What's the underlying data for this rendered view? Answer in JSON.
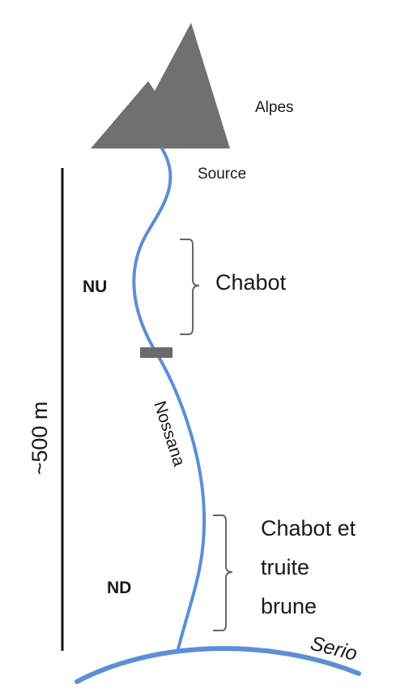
{
  "labels": {
    "mountain": "Alpes",
    "source": "Source",
    "upstream_section": "NU",
    "downstream_section": "ND",
    "upstream_species": "Chabot",
    "downstream_species": [
      "Chabot et",
      "truite",
      "brune"
    ],
    "river": "Nossana",
    "receiving_river": "Serio",
    "length": "~500 m"
  },
  "colors": {
    "river": "#5b8fd6",
    "mountain": "#707070",
    "barrier": "#6b6b6b",
    "scale_line": "#111111",
    "bracket": "#666666"
  }
}
